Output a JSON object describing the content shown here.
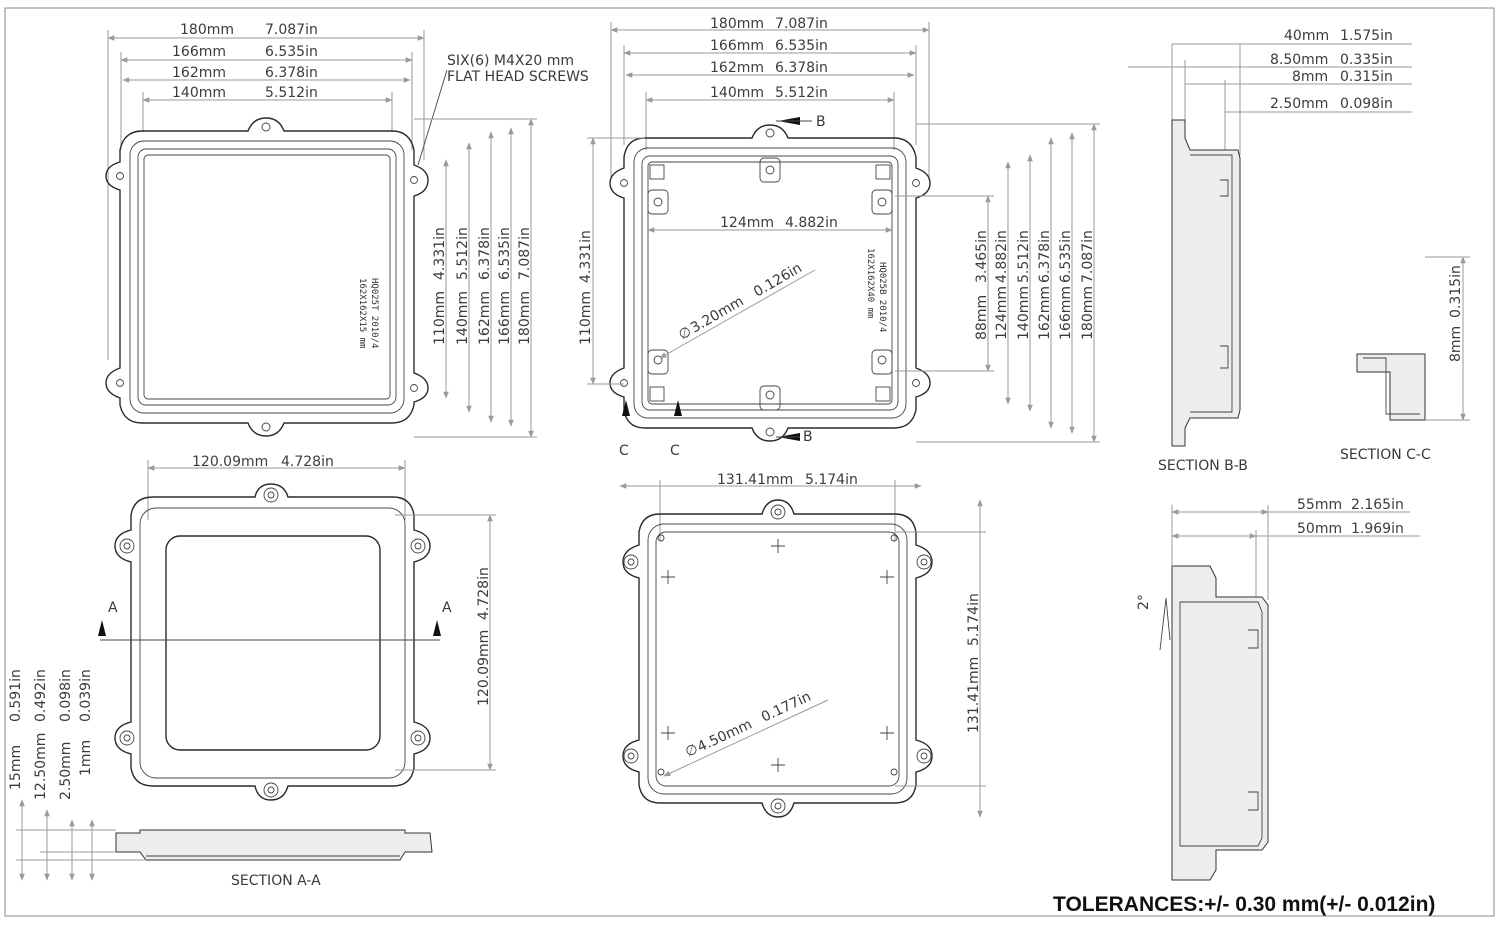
{
  "views": {
    "top_left": {
      "h_dims": [
        "180mm",
        "7.087in",
        "166mm",
        "6.535in",
        "162mm",
        "6.378in",
        "140mm",
        "5.512in"
      ],
      "v_dims": [
        "110mm",
        "4.331in",
        "140mm",
        "5.512in",
        "162mm",
        "6.378in",
        "166mm",
        "6.535in",
        "180mm",
        "7.087in"
      ],
      "screws_note_1": "SIX(6) M4X20 mm",
      "screws_note_2": "FLAT HEAD SCREWS",
      "marking_1": "HQ025T 2010/4",
      "marking_2": "162X162X15 mm"
    },
    "top_middle": {
      "h_dims": [
        "180mm",
        "7.087in",
        "166mm",
        "6.535in",
        "162mm",
        "6.378in",
        "140mm",
        "5.512in"
      ],
      "inner_dim": [
        "124mm",
        "4.882in"
      ],
      "left_dim": [
        "110mm",
        "4.331in"
      ],
      "v_dims": [
        "88mm",
        "3.465in",
        "124mm",
        "4.882in",
        "140mm",
        "5.512in",
        "162mm",
        "6.378in",
        "166mm",
        "6.535in",
        "180mm",
        "7.087in"
      ],
      "hole_dim": [
        "3.20mm",
        "0.126in"
      ],
      "dia_symbol": "∅",
      "section_b": "B",
      "section_c": "C",
      "marking_1": "HQ025B 2010/4",
      "marking_2": "162X162X40 mm"
    },
    "top_right": {
      "dims": [
        "40mm",
        "1.575in",
        "8.50mm",
        "0.335in",
        "8mm",
        "0.315in",
        "2.50mm",
        "0.098in"
      ],
      "section_bb": "SECTION B-B",
      "section_cc": "SECTION C-C",
      "cc_dim": [
        "8mm",
        "0.315in"
      ]
    },
    "bottom_left": {
      "h_dim": [
        "120.09mm",
        "4.728in"
      ],
      "v_dim": [
        "120.09mm",
        "4.728in"
      ],
      "section_a": "A",
      "left_dims": [
        "15mm",
        "0.591in",
        "12.50mm",
        "0.492in",
        "2.50mm",
        "0.098in",
        "1mm",
        "0.039in"
      ],
      "section_aa": "SECTION A-A"
    },
    "bottom_middle": {
      "h_dim": [
        "131.41mm",
        "5.174in"
      ],
      "v_dim": [
        "131.41mm",
        "5.174in"
      ],
      "hole_dim": [
        "4.50mm",
        "0.177in"
      ],
      "dia_symbol": "∅"
    },
    "bottom_right": {
      "dims": [
        "55mm",
        "2.165in",
        "50mm",
        "1.969in"
      ],
      "angle": "2°"
    }
  },
  "tolerance": "TOLERANCES:+/- 0.30 mm(+/- 0.012in)"
}
